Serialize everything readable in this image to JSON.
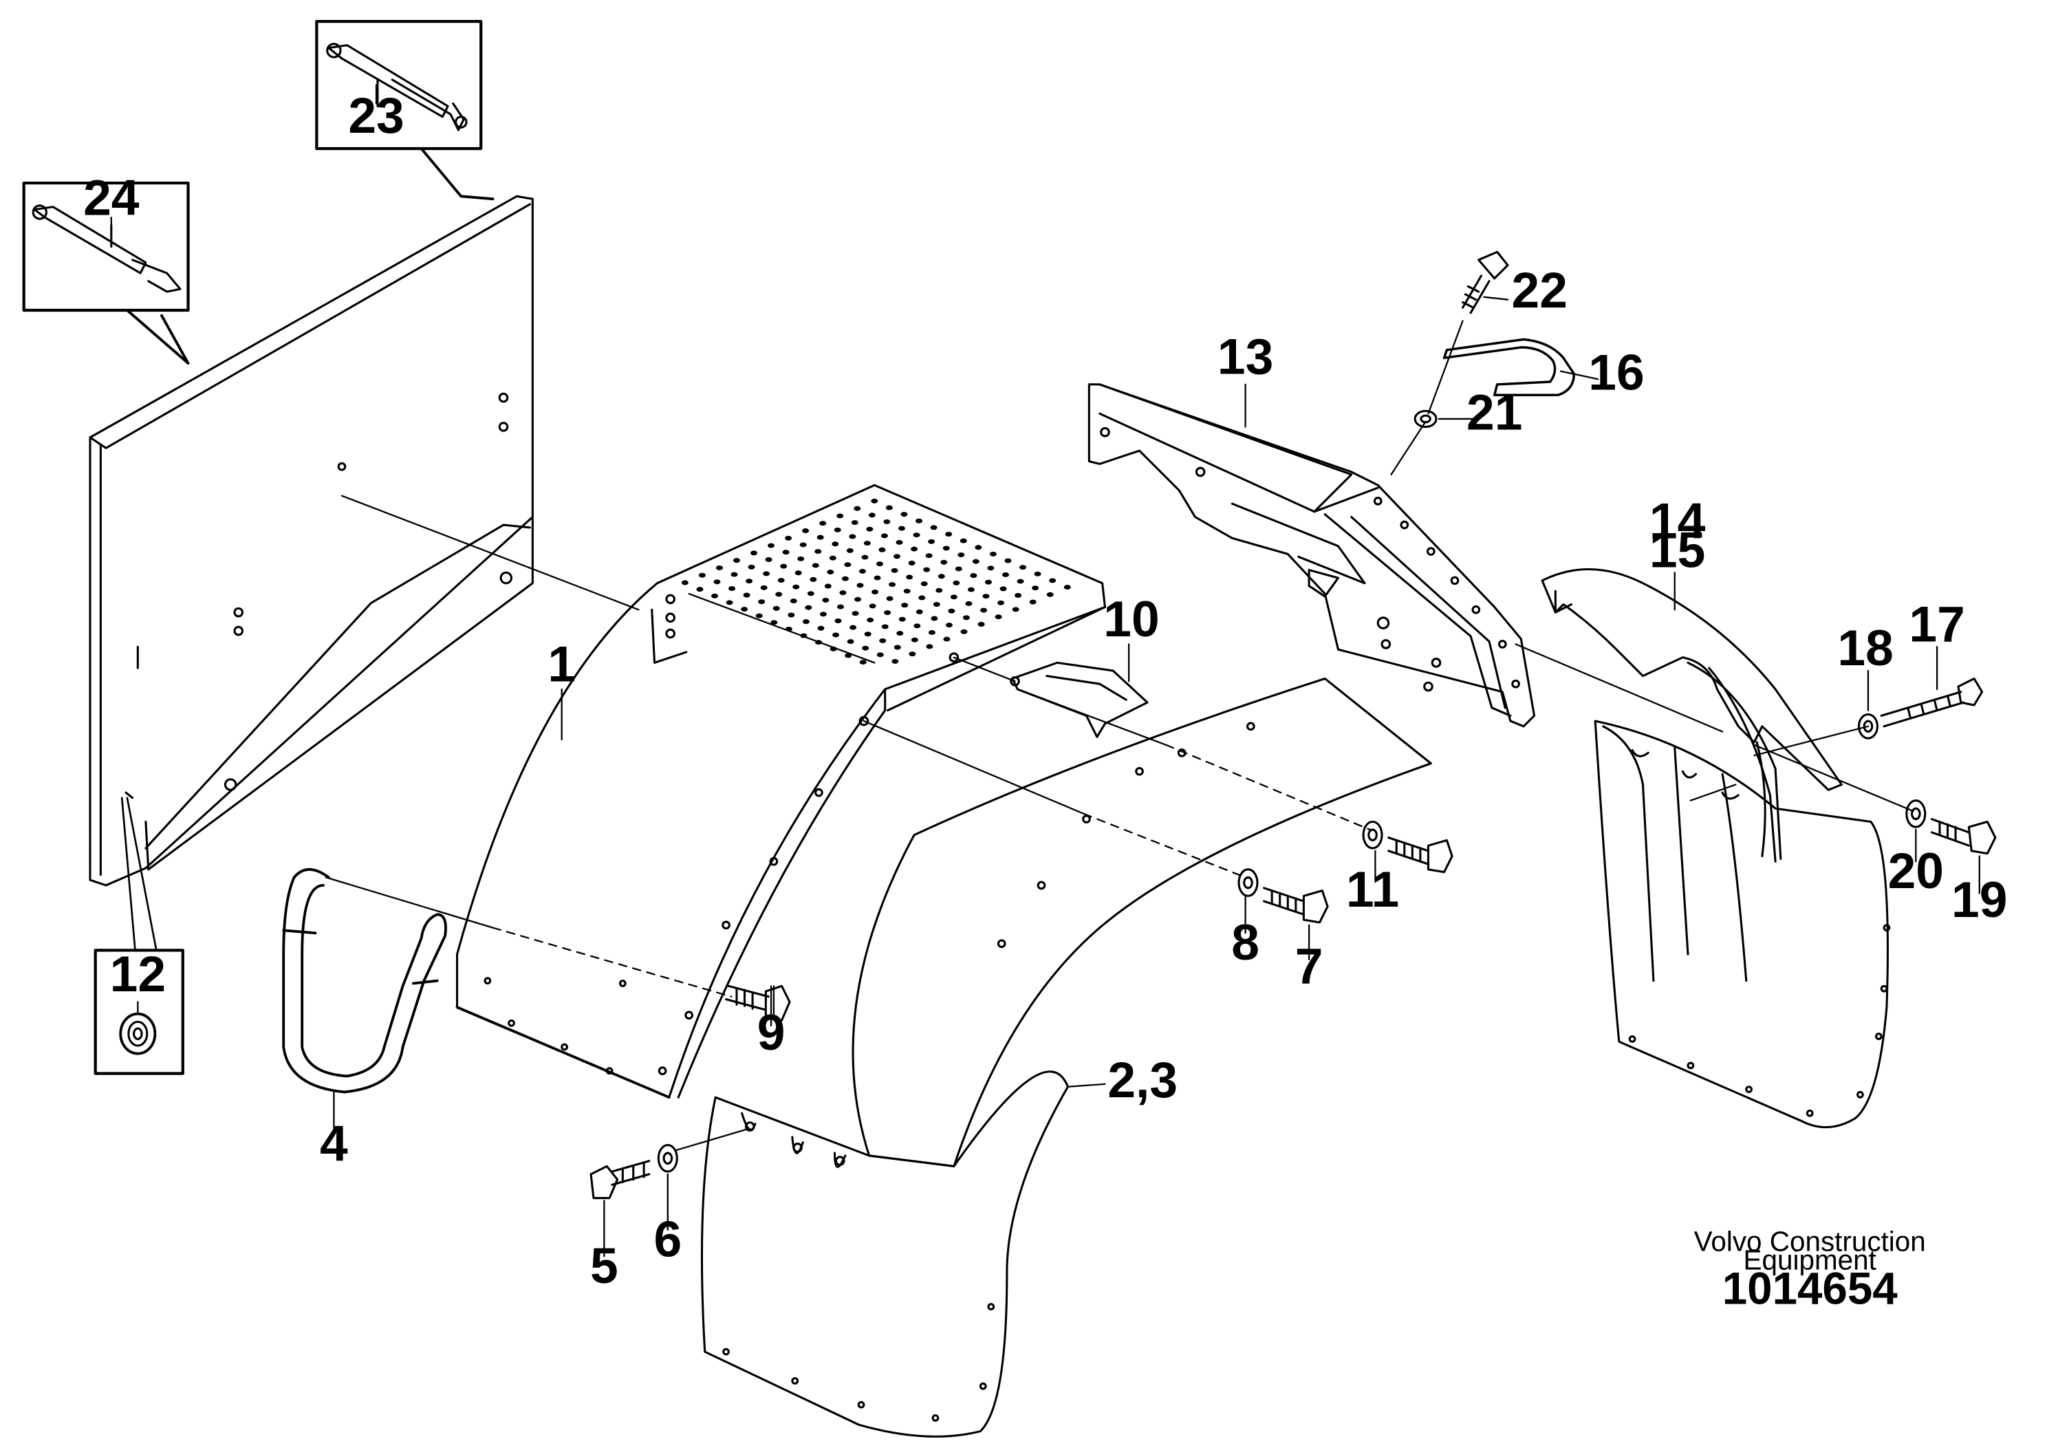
{
  "callouts": {
    "c1": "1",
    "c2_3": "2,3",
    "c4": "4",
    "c5": "5",
    "c6": "6",
    "c7": "7",
    "c8": "8",
    "c9": "9",
    "c10": "10",
    "c11": "11",
    "c12": "12",
    "c13": "13",
    "c14": "14",
    "c15": "15",
    "c16": "16",
    "c17": "17",
    "c18": "18",
    "c19": "19",
    "c20": "20",
    "c21": "21",
    "c22": "22",
    "c23": "23",
    "c24": "24"
  },
  "footer": {
    "brand_line1": "Volvo Construction",
    "brand_line2": "Equipment",
    "document_number": "1014654"
  }
}
